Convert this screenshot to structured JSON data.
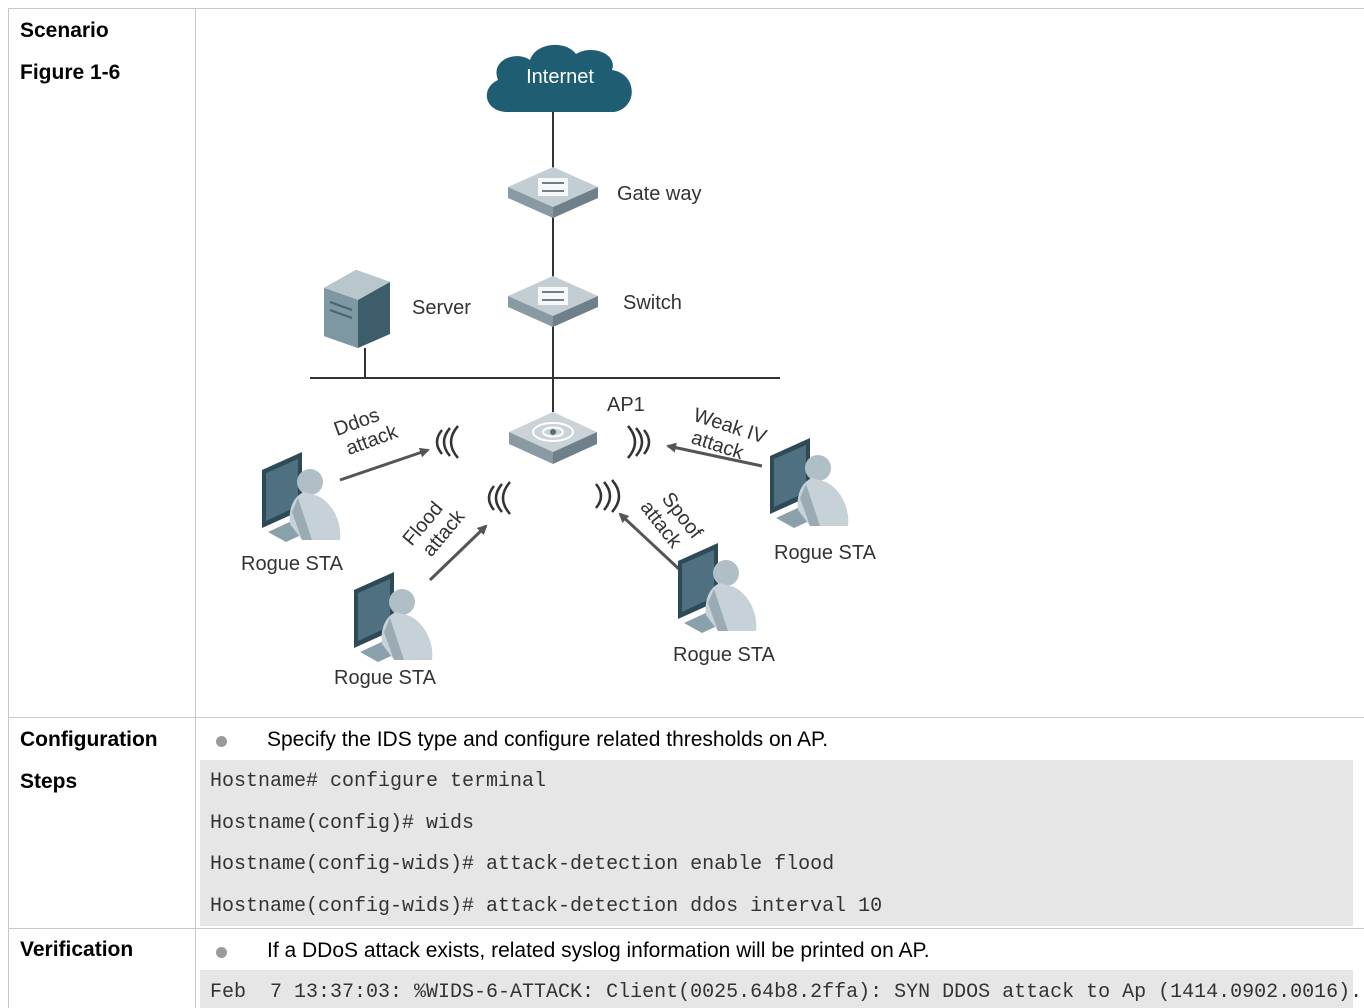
{
  "labels": {
    "scenario": "Scenario",
    "figure": "Figure 1-6",
    "config_line1": "Configuration",
    "config_line2": "Steps",
    "verification": "Verification"
  },
  "diagram": {
    "internet": "Internet",
    "gateway": "Gate way",
    "switch": "Switch",
    "server": "Server",
    "ap": "AP1",
    "ddos_line1": "Ddos",
    "ddos_line2": "attack",
    "flood_line1": "Flood",
    "flood_line2": "attack",
    "weakiv_line1": "Weak IV",
    "weakiv_line2": "attack",
    "spoof_line1": "Spoof",
    "spoof_line2": "attack",
    "rogue_sta": "Rogue STA"
  },
  "config": {
    "bullet": "Specify the IDS type and configure related thresholds on AP.",
    "code": [
      "Hostname# configure terminal",
      "Hostname(config)# wids",
      "Hostname(config-wids)# attack-detection enable flood",
      "Hostname(config-wids)# attack-detection ddos interval 10"
    ]
  },
  "verification": {
    "bullet": "If a DDoS attack exists, related syslog information will be printed on AP.",
    "code": [
      "Feb  7 13:37:03: %WIDS-6-ATTACK: Client(0025.64b8.2ffa): SYN DDOS attack to Ap (1414.0902.0016)."
    ]
  },
  "colors": {
    "border": "#c8c8c8",
    "code_bg": "#e6e6e6",
    "cloud": "#1f5d73",
    "device": "#9fb0ba",
    "station": "#3e5d6a"
  }
}
